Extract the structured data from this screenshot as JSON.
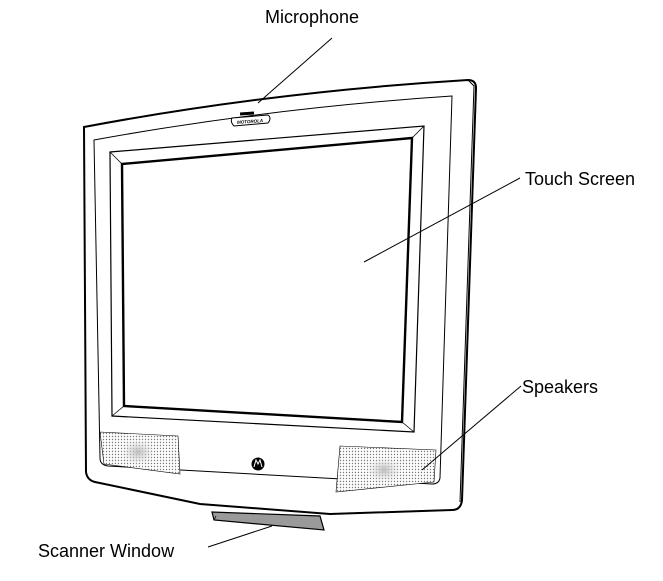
{
  "callouts": {
    "microphone": "Microphone",
    "touch_screen": "Touch Screen",
    "speakers": "Speakers",
    "scanner_window": "Scanner Window"
  },
  "device": {
    "brand_badge": "MOTOROLA"
  },
  "colors": {
    "line": "#000000",
    "bezel_fill": "#ffffff",
    "screen_fill": "#ffffff",
    "grille_fill": "#d9d9d9"
  }
}
